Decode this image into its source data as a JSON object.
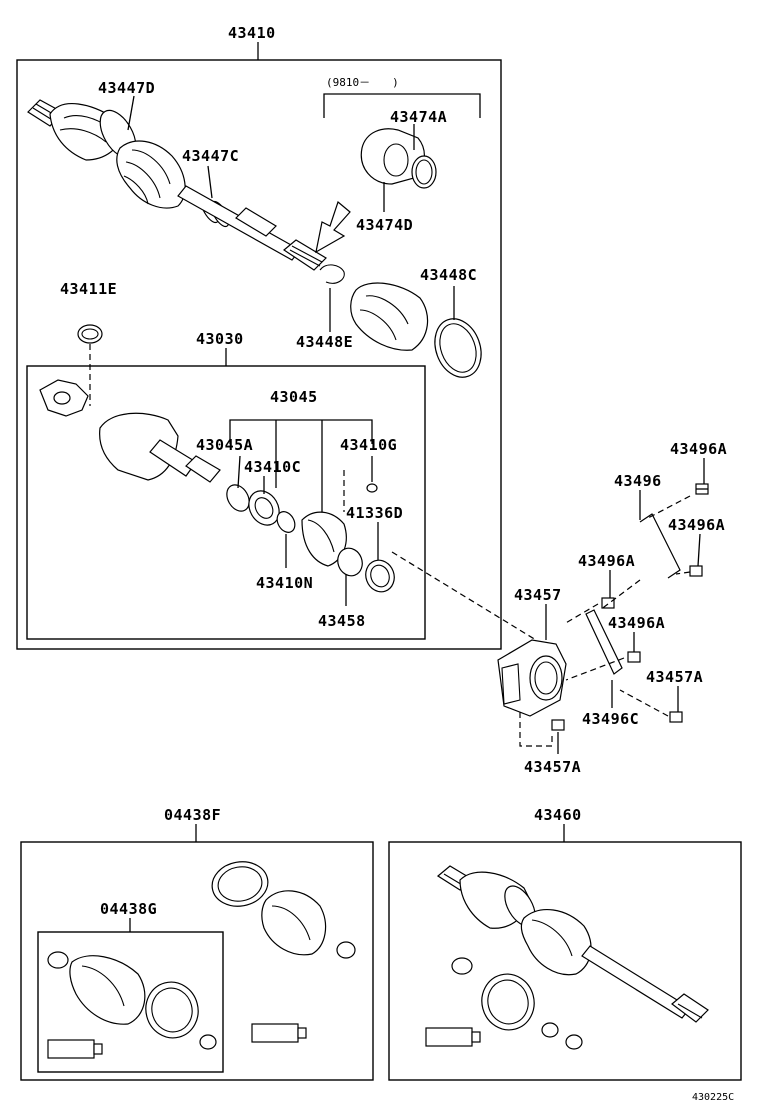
{
  "labels": {
    "p43410": "43410",
    "p43447D": "43447D",
    "p43447C": "43447C",
    "range_note": "(9810－　　)",
    "p43474A": "43474A",
    "p43474D": "43474D",
    "p43448C": "43448C",
    "p43411E": "43411E",
    "p43448E": "43448E",
    "p43030": "43030",
    "p43045": "43045",
    "p43045A": "43045A",
    "p43410G": "43410G",
    "p43410C": "43410C",
    "p41336D": "41336D",
    "p43410N": "43410N",
    "p43458": "43458",
    "p43496A_1": "43496A",
    "p43496": "43496",
    "p43496A_2": "43496A",
    "p43496A_3": "43496A",
    "p43457": "43457",
    "p43496A_4": "43496A",
    "p43457A_1": "43457A",
    "p43496C": "43496C",
    "p43457A_2": "43457A",
    "p04438F": "04438F",
    "p43460": "43460",
    "p04438G": "04438G"
  },
  "figure_ref": "430225C"
}
